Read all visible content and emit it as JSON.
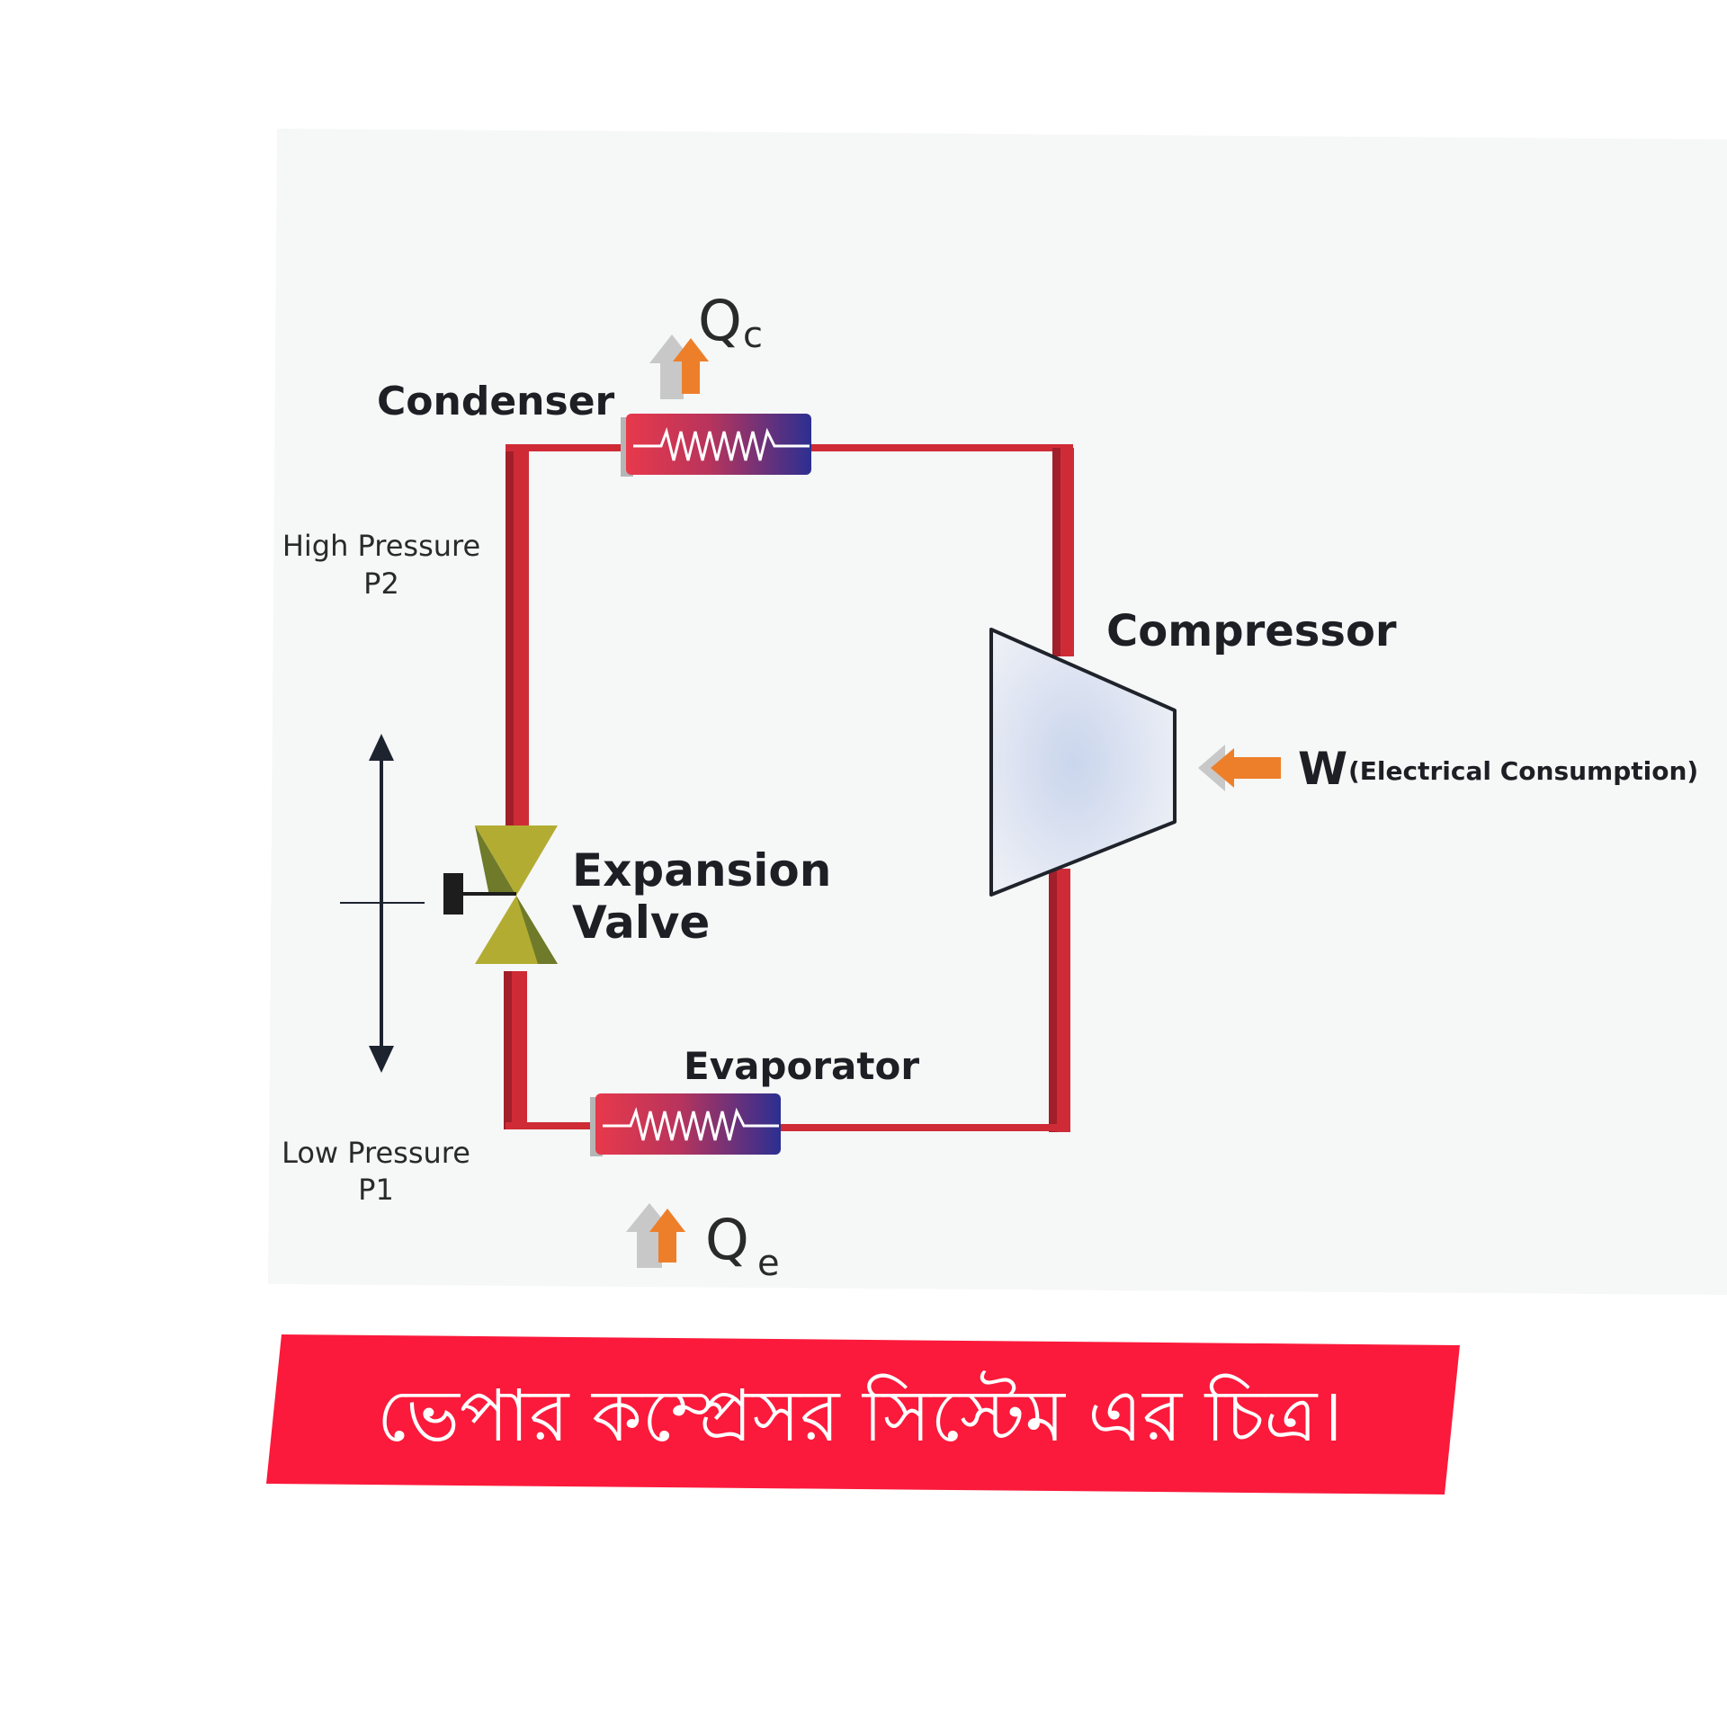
{
  "diagram": {
    "labels": {
      "condenser": "Condenser",
      "compressor": "Compressor",
      "expansion_line1": "Expansion",
      "expansion_line2": "Valve",
      "evaporator": "Evaporator",
      "high_pressure": "High Pressure",
      "p2": "P2",
      "low_pressure": "Low Pressure",
      "p1": "P1",
      "qc_main": "Q",
      "qc_sub": "c",
      "qe_main": "Q",
      "qe_sub": "e",
      "work_symbol": "W",
      "work_note": "(Electrical Consumption)"
    },
    "caption": "ভেপার কম্প্রেসর সিস্টেম এর চিত্র।",
    "colors": {
      "pipe": "#cf2b36",
      "pipe_shadow": "#a11f2a",
      "caption_bg": "#fb1a3b",
      "arrow_orange": "#ee7f2a",
      "valve_olive": "#b2ad32",
      "valve_dark": "#6f7a2a",
      "coil_red": "#e23a4c",
      "coil_blue": "#2e2f8f",
      "compressor_fill": "#dde3ee"
    }
  }
}
